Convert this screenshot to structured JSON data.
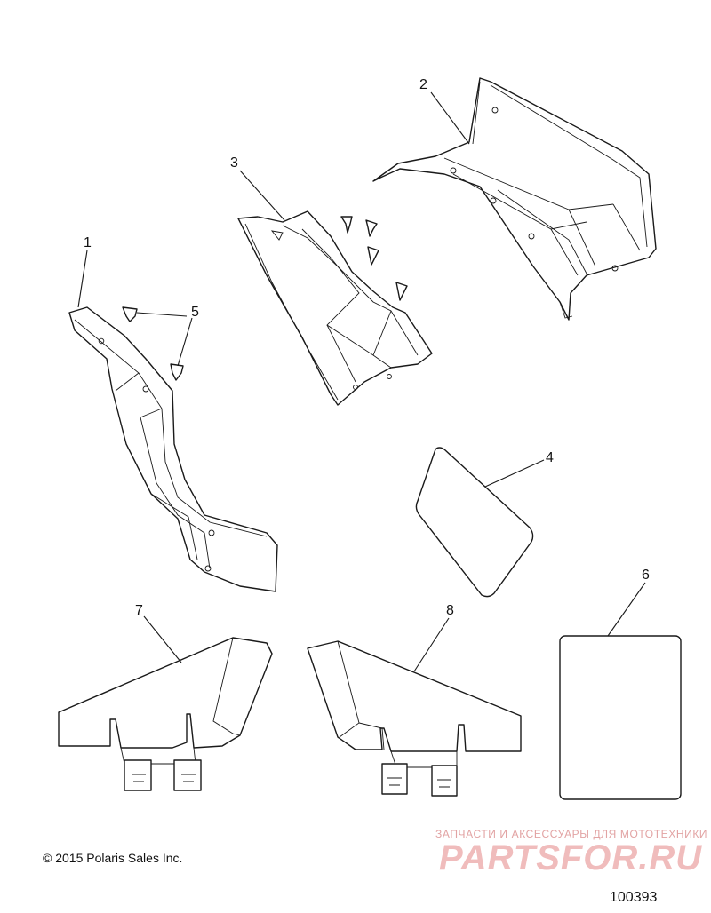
{
  "callouts": {
    "c1": "1",
    "c2": "2",
    "c3": "3",
    "c4": "4",
    "c5": "5",
    "c6": "6",
    "c7": "7",
    "c8": "8"
  },
  "footer": {
    "copyright": "© 2015 Polaris Sales Inc.",
    "diagram_number": "100393"
  },
  "watermark": {
    "tagline": "ЗАПЧАСТИ И АКСЕССУАРЫ ДЛЯ МОТОТЕХНИКИ",
    "brand": "PARTSFOR.RU"
  },
  "colors": {
    "line": "#1a1a1a",
    "background": "#ffffff",
    "watermark": "#f0bcbc"
  }
}
